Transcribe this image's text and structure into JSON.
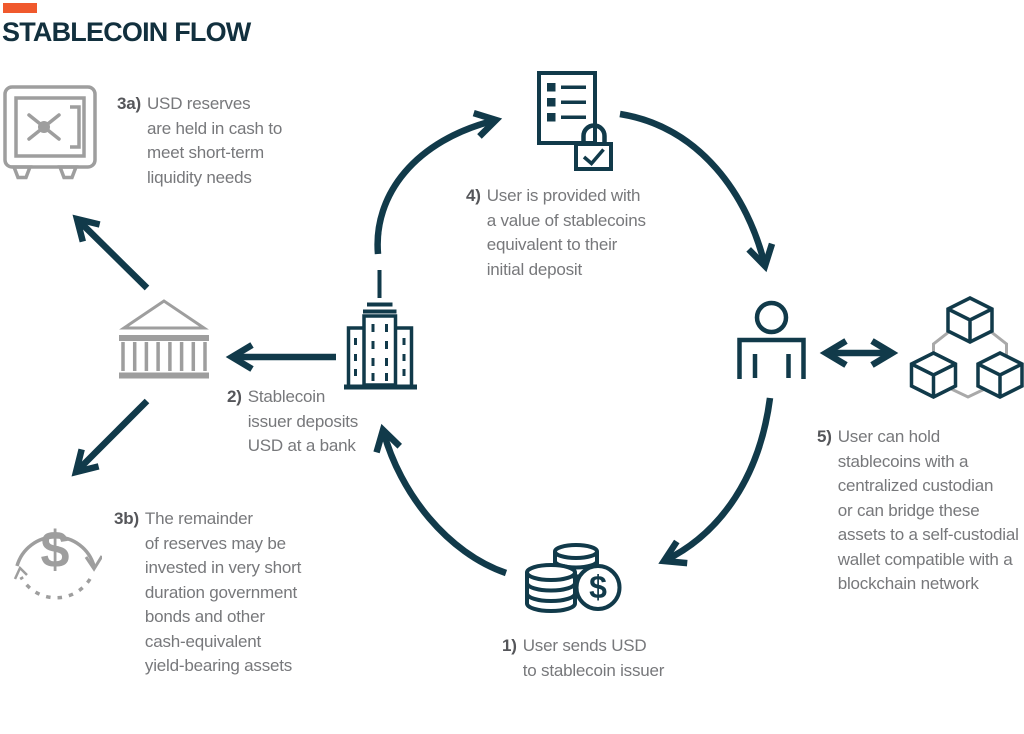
{
  "title": "STABLECOIN FLOW",
  "colors": {
    "accent_orange": "#F0592D",
    "dark_teal": "#113A4A",
    "title_teal": "#12303E",
    "icon_gray": "#9E9E9E",
    "text_gray": "#77787B",
    "number_gray": "#55565A"
  },
  "dollar_sign": "$",
  "steps": {
    "s1": {
      "num": "1)",
      "text": "User sends USD\nto stablecoin issuer"
    },
    "s2": {
      "num": "2)",
      "text": "Stablecoin\nissuer deposits\nUSD at a bank"
    },
    "s3a": {
      "num": "3a)",
      "text": "USD reserves\nare held in cash to\nmeet short-term\nliquidity needs"
    },
    "s3b": {
      "num": "3b)",
      "text": "The remainder\nof reserves may be\ninvested in very short\nduration government\nbonds and other\ncash-equivalent\nyield-bearing assets"
    },
    "s4": {
      "num": "4)",
      "text": "User is provided with\na value of stablecoins\nequivalent to their\ninitial deposit"
    },
    "s5": {
      "num": "5)",
      "text": "User can hold\nstablecoins with a\ncentralized custodian\nor can bridge these\nassets to a self-custodial\nwallet compatible with a\nblockchain network"
    }
  },
  "icons": {
    "vault": "safe-vault-icon",
    "bank": "bank-building-icon",
    "reserve_cycle": "dollar-recycle-icon",
    "issuer_building": "issuer-skyscraper-icon",
    "stablecoin_contract": "document-checklist-lock-icon",
    "user": "person-icon",
    "blockchain": "blockchain-cubes-icon",
    "usd_coins": "coins-dollar-icon"
  }
}
